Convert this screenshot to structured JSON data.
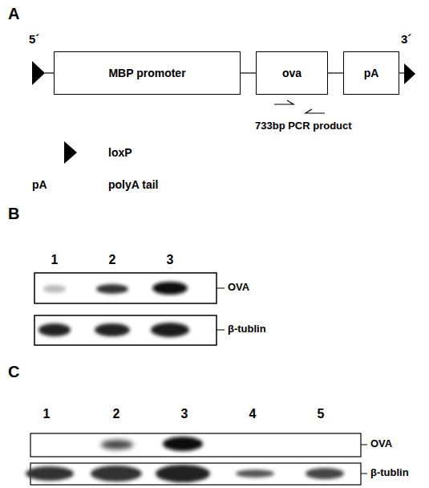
{
  "diagram": {
    "nodes": [
      {
        "text": [
          "MBP promoter"
        ]
      },
      {
        "text": [
          "ova"
        ]
      },
      {
        "text": [
          "pA"
        ]
      }
    ],
    "edges": [
      {
        "from": 0,
        "to": 1,
        "arrow": "none"
      },
      {
        "from": 1,
        "to": 2,
        "arrow": "none"
      }
    ],
    "labels": [
      "A",
      "5´",
      "3´",
      "733bp PCR product",
      "pA",
      "polyA tail",
      "B",
      "1",
      "2",
      "3",
      "OVA",
      "β-tublin",
      "C",
      "1",
      "2",
      "3",
      "4",
      "5",
      "OVA",
      "β-tublin"
    ],
    "legend": [
      {
        "text": "loxP"
      }
    ]
  }
}
